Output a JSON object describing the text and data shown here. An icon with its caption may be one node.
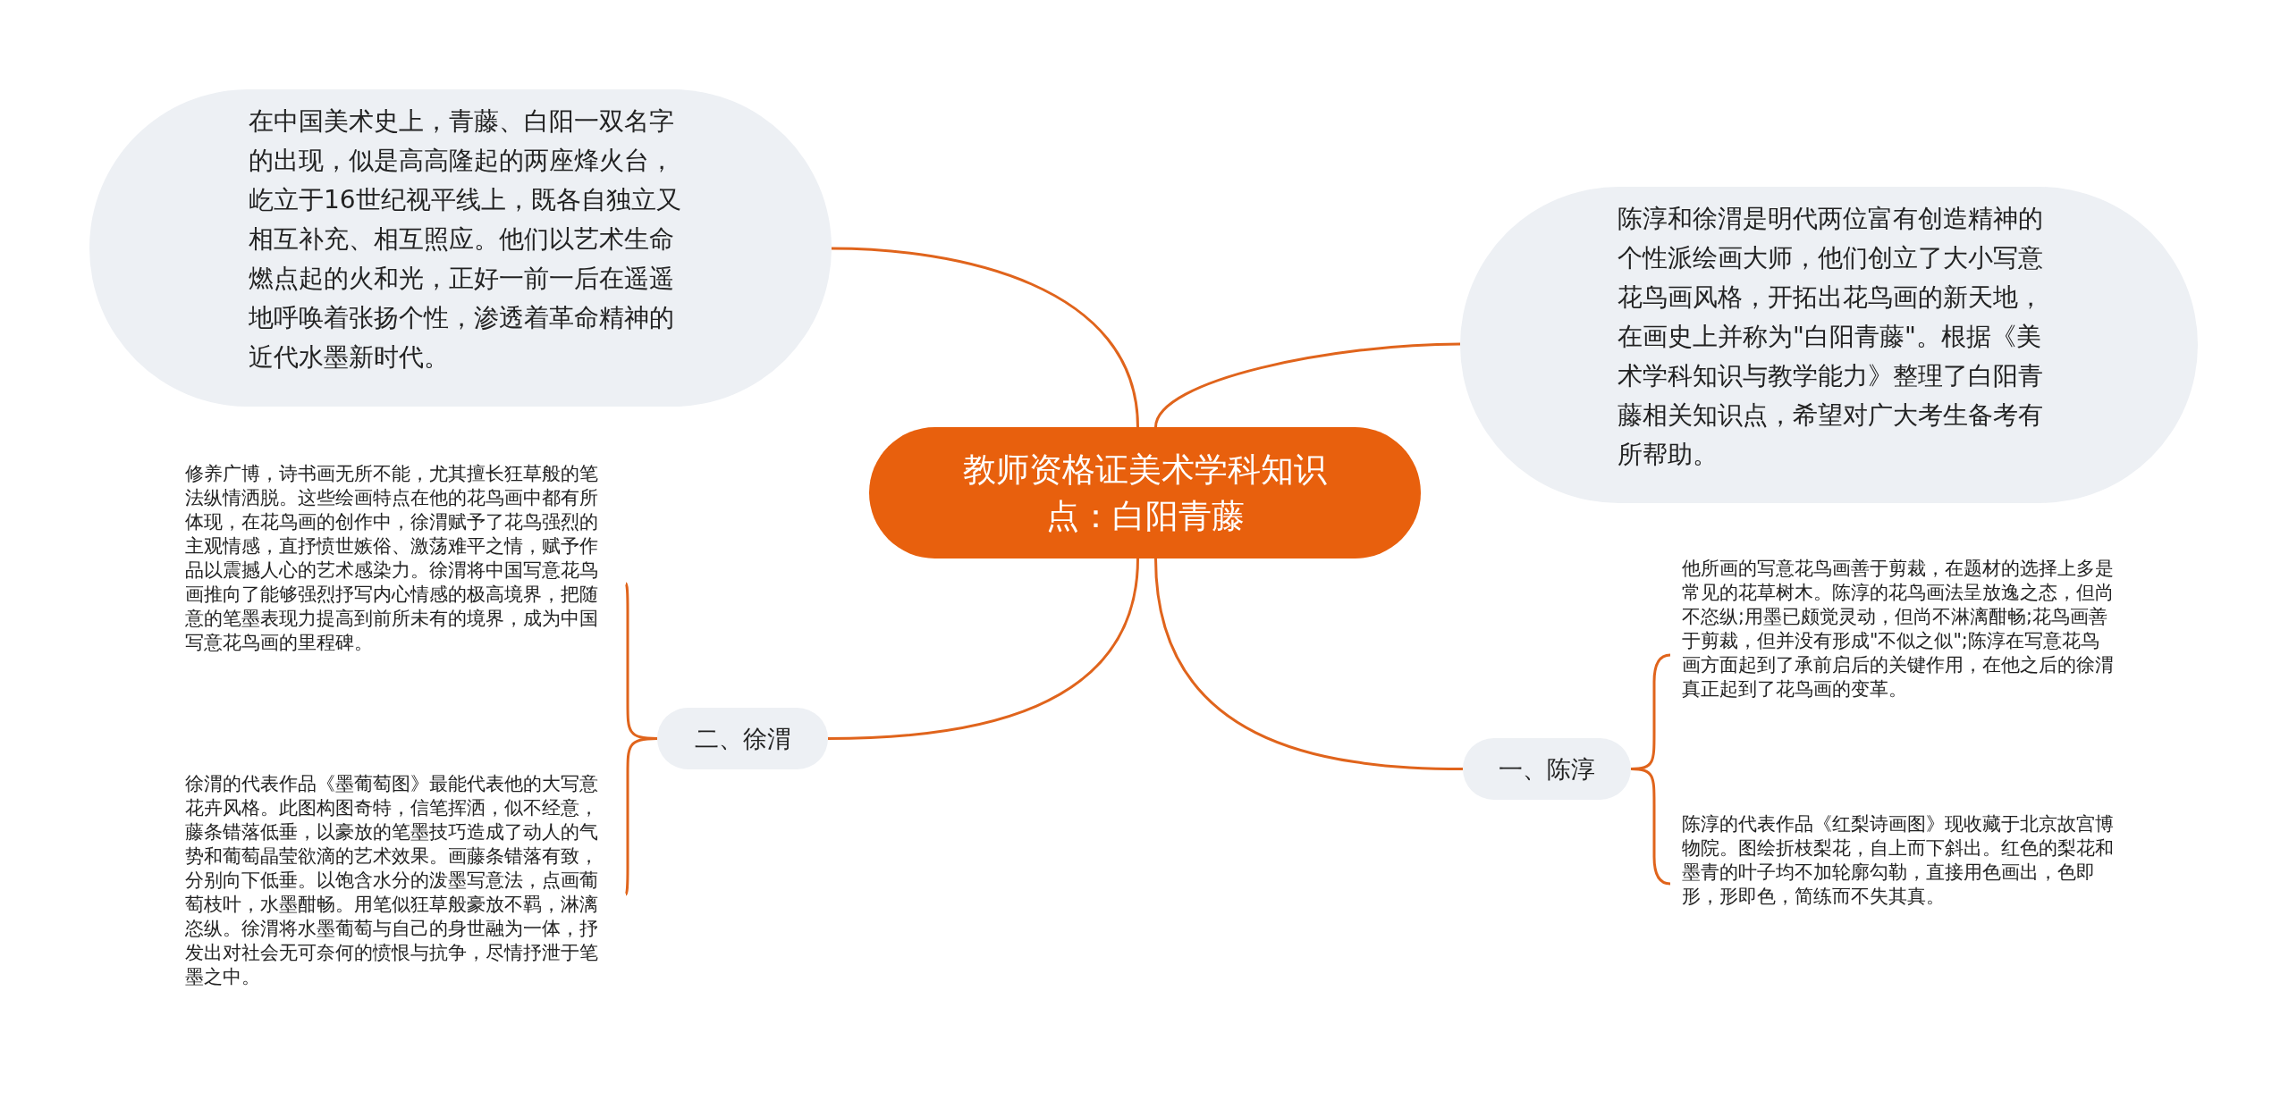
{
  "diagram": {
    "nodes": [
      {
        "text": [
          "教师资格证美术学科知识点：白阳青藤"
        ]
      },
      {
        "text": [
          "在中国美术史上，青藤、白阳一双名字的出现，似是高高隆起的两座烽火台，屹立于16世纪视平线上，既各自独立又相互补充、相互照应。他们以艺术生命燃点起的火和光，正好一前一后在遥遥地呼唤着张扬个性，渗透着革命精神的近代水墨新时代。"
        ]
      },
      {
        "text": [
          "陈淳和徐渭是明代两位富有创造精神的个性派绘画大师，他们创立了大小写意花鸟画风格，开拓出花鸟画的新天地，在画史上并称为\"白阳青藤\"。根据《美术学科知识与教学能力》整理了白阳青藤相关知识点，希望对广大考生备考有所帮助。"
        ]
      },
      {
        "text": [
          "二、徐渭"
        ]
      },
      {
        "text": [
          "修养广博，诗书画无所不能，尤其擅长狂草般的笔法纵情洒脱。这些绘画特点在他的花鸟画中都有所体现，在花鸟画的创作中，徐渭赋予了花鸟强烈的主观情感，直抒愤世嫉俗、激荡难平之情，赋予作品以震撼人心的艺术感染力。徐渭将中国写意花鸟画推向了能够强烈抒写内心情感的极高境界，把随意的笔墨表现力提高到前所未有的境界，成为中国写意花鸟画的里程碑。"
        ]
      },
      {
        "text": [
          "徐渭的代表作品《墨葡萄图》最能代表他的大写意花卉风格。此图构图奇特，信笔挥洒，似不经意，藤条错落低垂，以豪放的笔墨技巧造成了动人的气势和葡萄晶莹欲滴的艺术效果。画藤条错落有致，分别向下低垂。以饱含水分的泼墨写意法，点画葡萄枝叶，水墨酣畅。用笔似狂草般豪放不羁，淋漓恣纵。徐渭将水墨葡萄与自己的身世融为一体，抒发出对社会无可奈何的愤恨与抗争，尽情抒泄于笔墨之中。"
        ]
      },
      {
        "text": [
          "一、陈淳"
        ]
      },
      {
        "text": [
          "他所画的写意花鸟画善于剪裁，在题材的选择上多是常见的花草树木。陈淳的花鸟画法呈放逸之态，但尚不恣纵;用墨已颇觉灵动，但尚不淋漓酣畅;花鸟画善于剪裁，但并没有形成\"不似之似\";陈淳在写意花鸟画方面起到了承前启后的关键作用，在他之后的徐渭真正起到了花鸟画的变革。"
        ]
      },
      {
        "text": [
          "陈淳的代表作品《红梨诗画图》现收藏于北京故宫博物院。图绘折枝梨花，自上而下斜出。红色的梨花和墨青的叶子均不加轮廓勾勒，直接用色画出，色即形，形即色，简练而不失其真。"
        ]
      }
    ],
    "edges": [
      {
        "from": 0,
        "to": 1,
        "arrow": "none"
      },
      {
        "from": 0,
        "to": 2,
        "arrow": "none"
      },
      {
        "from": 0,
        "to": 3,
        "arrow": "none"
      },
      {
        "from": 3,
        "to": 4,
        "arrow": "none"
      },
      {
        "from": 3,
        "to": 5,
        "arrow": "none"
      },
      {
        "from": 0,
        "to": 6,
        "arrow": "none"
      },
      {
        "from": 6,
        "to": 7,
        "arrow": "none"
      },
      {
        "from": 6,
        "to": 8,
        "arrow": "none"
      }
    ]
  }
}
